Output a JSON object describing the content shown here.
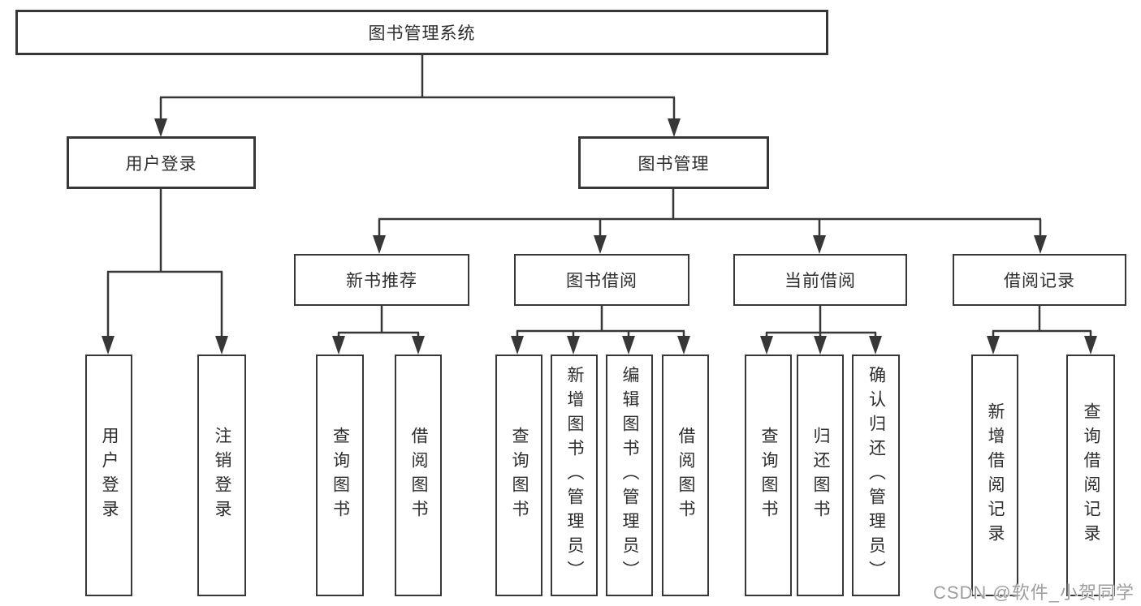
{
  "colors": {
    "background": "#ffffff",
    "line": "#373737",
    "border": "#373737",
    "text": "#2d2d2d",
    "watermark": "#9e9e9e"
  },
  "tree": {
    "root": "图书管理系统",
    "branches": [
      {
        "label": "用户登录",
        "children": [
          "用户登录",
          "注销登录"
        ]
      },
      {
        "label": "图书管理",
        "groups": [
          {
            "label": "新书推荐",
            "children": [
              "查询图书",
              "借阅图书"
            ]
          },
          {
            "label": "图书借阅",
            "children": [
              "查询图书",
              "新增图书（管理员）",
              "编辑图书（管理员）",
              "借阅图书"
            ]
          },
          {
            "label": "当前借阅",
            "children": [
              "查询图书",
              "归还图书",
              "确认归还（管理员）"
            ]
          },
          {
            "label": "借阅记录",
            "children": [
              "新增借阅记录",
              "查询借阅记录"
            ]
          }
        ]
      }
    ]
  },
  "watermark": {
    "text": "CSDN @软件_小贺同学"
  }
}
